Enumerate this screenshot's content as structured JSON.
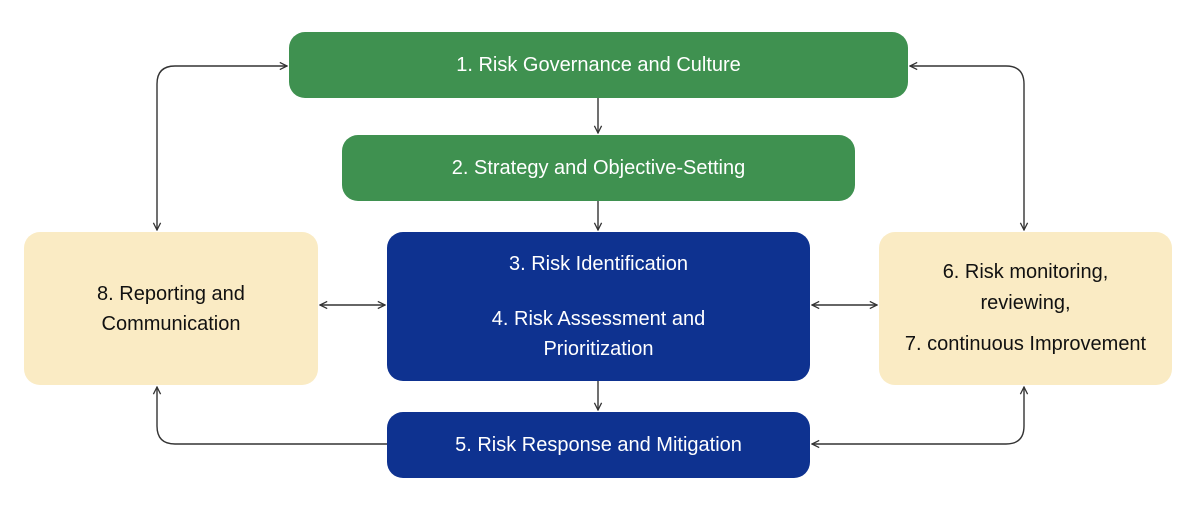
{
  "nodes": {
    "governance": {
      "label": "1. Risk Governance and Culture"
    },
    "strategy": {
      "label": "2. Strategy and Objective-Setting"
    },
    "identification": {
      "label": "3. Risk Identification"
    },
    "assessment": {
      "line1": "4. Risk Assessment and",
      "line2": "Prioritization"
    },
    "response": {
      "label": "5. Risk Response and Mitigation"
    },
    "monitoring": {
      "line1": "6. Risk monitoring,",
      "line2": "reviewing,",
      "line3": "7. continuous Improvement"
    },
    "reporting": {
      "line1": "8. Reporting and",
      "line2": "Communication"
    }
  },
  "colors": {
    "green": "#3f9150",
    "blue": "#0e3290",
    "cream": "#faebc4",
    "arrow": "#333333"
  }
}
